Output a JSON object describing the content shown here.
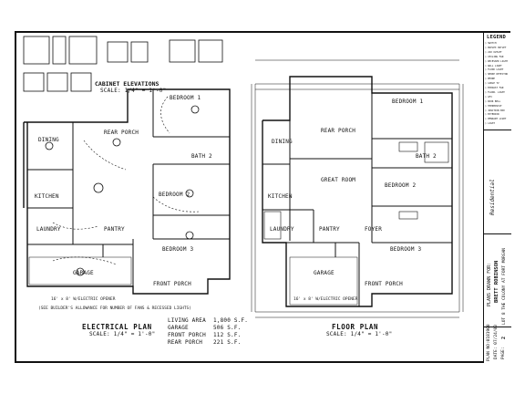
{
  "cabinet": {
    "title": "CABINET ELEVATIONS",
    "scale": "SCALE: 1/4\" = 1'-0\""
  },
  "rooms": {
    "bedroom1": "BEDROOM 1",
    "bedroom2": "BEDROOM 2",
    "bedroom3": "BEDROOM 3",
    "dining": "DINING",
    "rear_porch": "REAR PORCH",
    "great_room": "GREAT ROOM",
    "kitchen": "KITCHEN",
    "laundry": "LAUNDRY",
    "pantry": "PANTRY",
    "garage": "GARAGE",
    "front_porch": "FRONT PORCH",
    "bath2": "BATH 2",
    "foyer": "FOYER"
  },
  "electrical": {
    "title": "ELECTRICAL PLAN",
    "scale": "SCALE: 1/4\" = 1'-0\"",
    "note": "(SEE BUILDER'S ALLOWANCE FOR NUMBER OF FANS & RECESSED LIGHTS)",
    "garage_door": "16' x 8' W/ELECTRIC OPENER"
  },
  "floor": {
    "title": "FLOOR PLAN",
    "scale": "SCALE: 1/4\" = 1'-0\"",
    "garage_door": "16' x 8' W/ELECTRIC OPENER"
  },
  "areas": [
    {
      "label": "LIVING AREA",
      "value": "1,800 S.F."
    },
    {
      "label": "GARAGE",
      "value": "506 S.F."
    },
    {
      "label": "FRONT PORCH",
      "value": "112 S.F."
    },
    {
      "label": "REAR PORCH",
      "value": "221 S.F."
    }
  ],
  "title_block": {
    "legend": "LEGEND",
    "plan_for": "PLANS DRAWN FOR:",
    "client": "BRETT ROBINSON",
    "lot": "LOT 8 THE COLONY AT FORT MORGAN",
    "plan_no": "PLAN NO:0181900",
    "date": "DATE: 07/24/00",
    "page": "PAGE:",
    "page_no": "2"
  },
  "legend_items": [
    "SWITCH",
    "DUPLEX OUTLET",
    "220 OUTLET",
    "CEILING FAN",
    "RECESSED LIGHT",
    "WALL LIGHT",
    "FLOOD LIGHT",
    "SMOKE DETECTOR",
    "PHONE",
    "CABLE TV",
    "EXHAUST FAN",
    "FLUOR. LIGHT",
    "GFI",
    "DOOR BELL",
    "THERMOSTAT",
    "JUNCTION BOX",
    "EXTERIOR",
    "PENDANT LIGHT",
    "LIGHT"
  ]
}
